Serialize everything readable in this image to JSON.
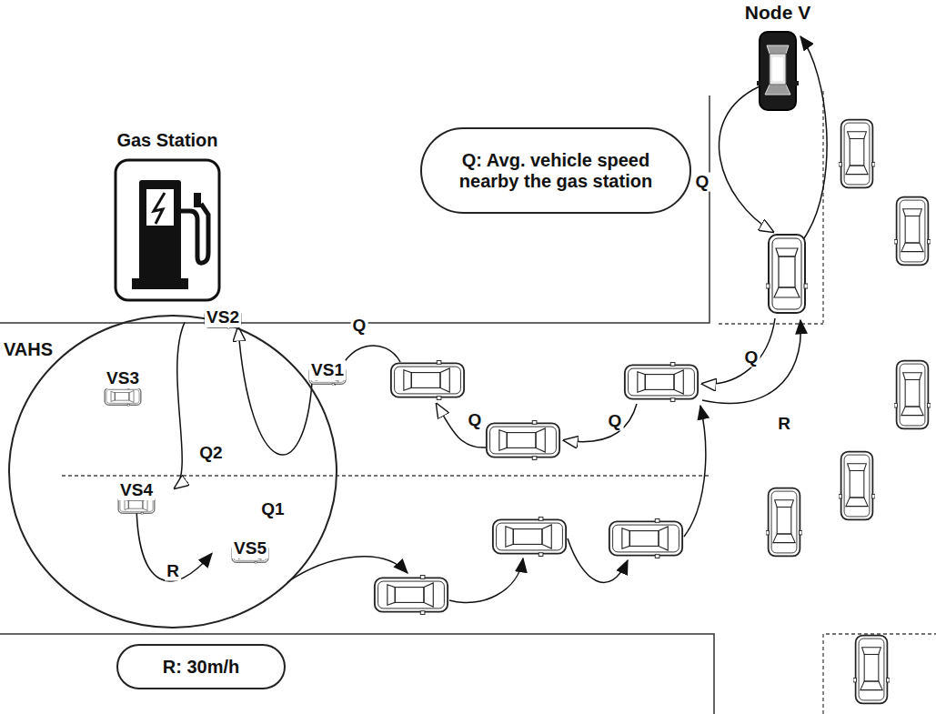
{
  "diagram": {
    "nodes": [
      {
        "text": [
          "Node V"
        ]
      },
      {
        "text": [
          "Gas Station"
        ]
      },
      {
        "text": [
          "Q: Avg. vehicle speed nearby the gas station"
        ]
      },
      {
        "text": [
          "VAHS"
        ]
      },
      {
        "text": [
          "VS2"
        ],
        "in": 3
      },
      {
        "text": [
          "VS3"
        ],
        "in": 3
      },
      {
        "text": [
          "VS1"
        ],
        "in": 3
      },
      {
        "text": [
          "VS4"
        ],
        "in": 3
      },
      {
        "text": [
          "VS5"
        ],
        "in": 3
      },
      {
        "text": [
          "R: 30m/h"
        ]
      }
    ],
    "edges": [
      {
        "from": 6,
        "to": 4,
        "label": "Q1",
        "arrow": "to"
      },
      {
        "from": 4,
        "to": 7,
        "label": "Q2",
        "arrow": "to"
      },
      {
        "from": 7,
        "to": 8,
        "label": "R",
        "arrow": "to"
      }
    ],
    "labels": [
      "Q",
      "Q",
      "Q",
      "Q",
      "Q",
      "R"
    ]
  }
}
